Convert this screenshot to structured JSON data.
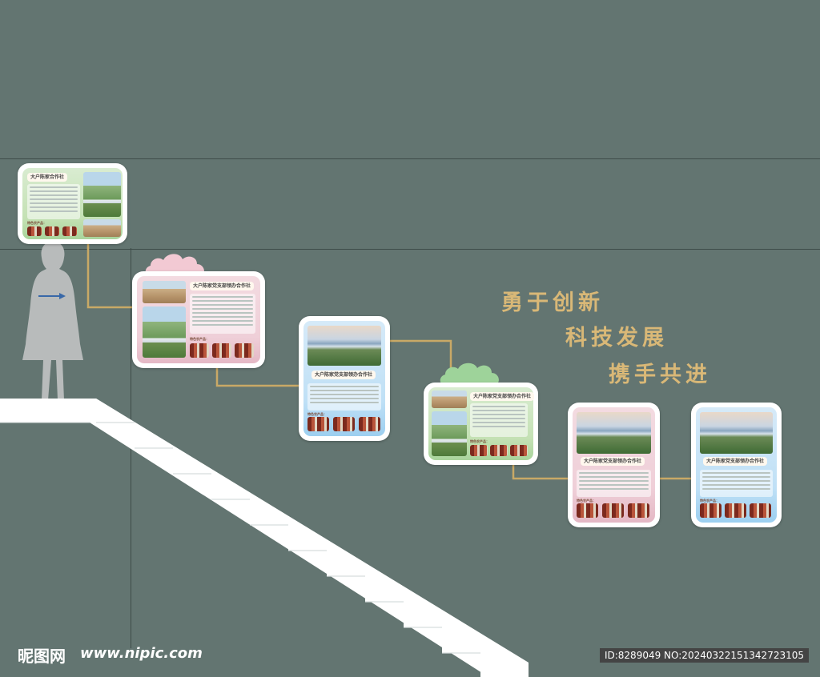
{
  "slogan": {
    "line1": "勇于创新",
    "line2": "科技发展",
    "line3": "携手共进"
  },
  "panels": [
    {
      "title": "大户陈家合作社",
      "products_label": "特色农产品：",
      "theme": "green"
    },
    {
      "title": "大户陈家党支部领办合作社",
      "products_label": "特色农产品：",
      "theme": "pink"
    },
    {
      "title": "大户陈家党支部领办合作社",
      "products_label": "特色农产品：",
      "theme": "blue"
    },
    {
      "title": "大户陈家党支部领办合作社",
      "products_label": "特色农产品：",
      "theme": "green"
    },
    {
      "title": "大户陈家党支部领办合作社",
      "products_label": "特色农产品：",
      "theme": "pink"
    },
    {
      "title": "大户陈家党支部领办合作社",
      "products_label": "特色农产品：",
      "theme": "blue"
    }
  ],
  "watermark": {
    "logo_text": "昵图网",
    "url": "www.nipic.com",
    "id_text": "ID:8289049 NO:20240322151342723105"
  },
  "colors": {
    "wall": "#637571",
    "gold": "#d9b877",
    "connector": "#c9a966"
  }
}
